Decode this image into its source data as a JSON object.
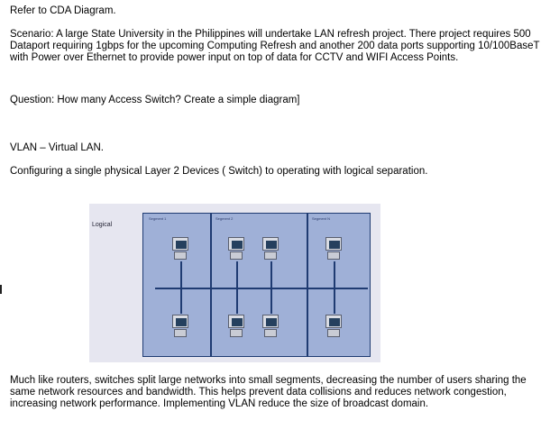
{
  "document": {
    "intro": "Refer to CDA Diagram.",
    "scenario": "Scenario: A large State University in the Philippines will undertake LAN refresh project.  There project requires 500 Dataport requiring 1gbps for the upcoming Computing Refresh and another 200 data ports supporting 10/100BaseT with Power over Ethernet to provide power input on top of data for CCTV and WIFI Access Points.",
    "question": "Question: How many Access Switch? Create a simple diagram]",
    "vlan_heading": "VLAN – Virtual LAN.",
    "config": "Configuring a single physical Layer 2 Devices ( Switch)  to operating with logical separation.",
    "closing": "Much like routers, switches split large networks into small segments, decreasing the number of users sharing the same network resources and bandwidth. This helps prevent data collisions and reduces network congestion, increasing network performance. Implementing VLAN reduce the size of broadcast domain."
  },
  "diagram": {
    "logical_label": "Logical",
    "segment_labels": [
      "Segment 1",
      "Segment 2",
      "Segment N"
    ],
    "computer_icon": "desktop-computer-icon"
  }
}
